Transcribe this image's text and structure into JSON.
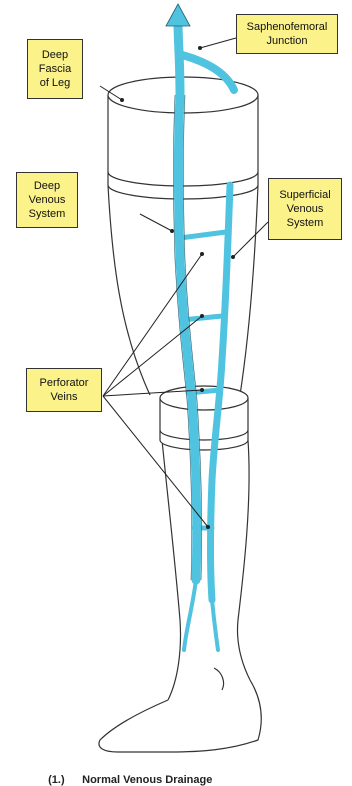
{
  "labels": {
    "deep_fascia": "Deep\nFascia\nof Leg",
    "saphenofemoral": "Saphenofemoral\nJunction",
    "deep_venous": "Deep\nVenous\nSystem",
    "superficial_venous": "Superficial\nVenous\nSystem",
    "perforator_veins": "Perforator\nVeins"
  },
  "caption": {
    "number": "(1.)",
    "text": "Normal Venous Drainage"
  },
  "colors": {
    "vein": "#4fc3df",
    "label_fill": "#fbf28a",
    "outline": "#333333"
  }
}
